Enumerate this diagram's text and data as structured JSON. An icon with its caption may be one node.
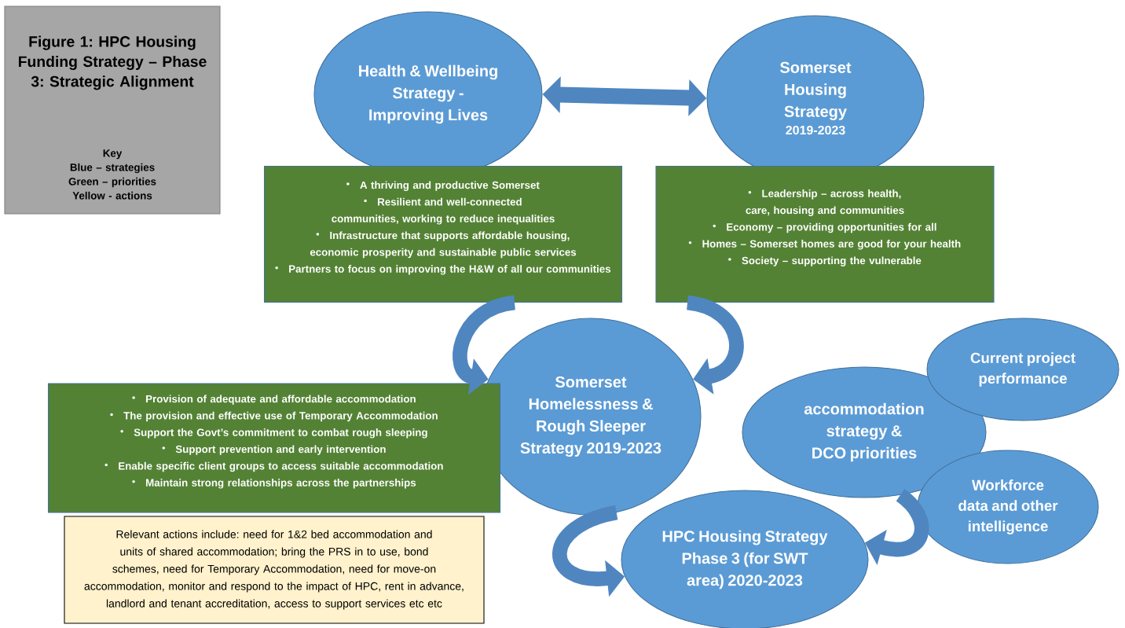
{
  "diagram": {
    "nodes": [
      {
        "text": [
          "Figure 1: HPC Housing Funding Strategy – Phase 3: Strategic Alignment",
          "Key",
          "Blue – strategies",
          "Green – priorities",
          "Yellow - actions"
        ]
      },
      {
        "text": [
          "Health & Wellbeing Strategy - Improving Lives"
        ]
      },
      {
        "text": [
          "Somerset Housing Strategy",
          "2019-2023"
        ]
      },
      {
        "text": [
          "A thriving and productive Somerset",
          "Resilient and well-connected communities, working to reduce inequalities",
          "Infrastructure that supports affordable housing, economic prosperity and sustainable public services",
          "Partners to focus on improving the H&W of all our communities"
        ]
      },
      {
        "text": [
          "Leadership – across health, care, housing and communities",
          "Economy – providing opportunities for all",
          "Homes – Somerset homes are good for your health",
          "Society – supporting the vulnerable"
        ]
      },
      {
        "text": [
          "Somerset Homelessness & Rough Sleeper Strategy 2019-2023"
        ]
      },
      {
        "text": [
          "Provision of adequate and affordable accommodation",
          "The provision and effective use of Temporary Accommodation",
          "Support the Govt’s commitment to combat rough sleeping",
          "Support prevention and early intervention",
          "Enable specific client groups to access suitable accommodation",
          "Maintain strong relationships across the partnerships"
        ]
      },
      {
        "text": [
          "Relevant actions include: need for 1&2 bed accommodation and units of shared accommodation; bring the PRS in to use, bond schemes, need for Temporary Accommodation, need for move-on accommodation, monitor and respond to the impact of HPC, rent in advance, landlord and tenant accreditation, access to support services etc etc"
        ]
      },
      {
        "text": [
          "Current project performance"
        ]
      },
      {
        "text": [
          "accommodation strategy & DCO priorities"
        ]
      },
      {
        "text": [
          "Workforce data and other intelligence"
        ]
      },
      {
        "text": [
          "HPC Housing Strategy Phase 3 (for SWT area) 2020-2023"
        ]
      }
    ],
    "edges": [
      {
        "from": 1,
        "to": 2,
        "arrow": "both"
      },
      {
        "from": 3,
        "to": 5,
        "arrow": "to"
      },
      {
        "from": 4,
        "to": 5,
        "arrow": "to"
      },
      {
        "from": 5,
        "to": 11,
        "arrow": "to"
      },
      {
        "from": 9,
        "to": 11,
        "arrow": "to"
      }
    ]
  }
}
